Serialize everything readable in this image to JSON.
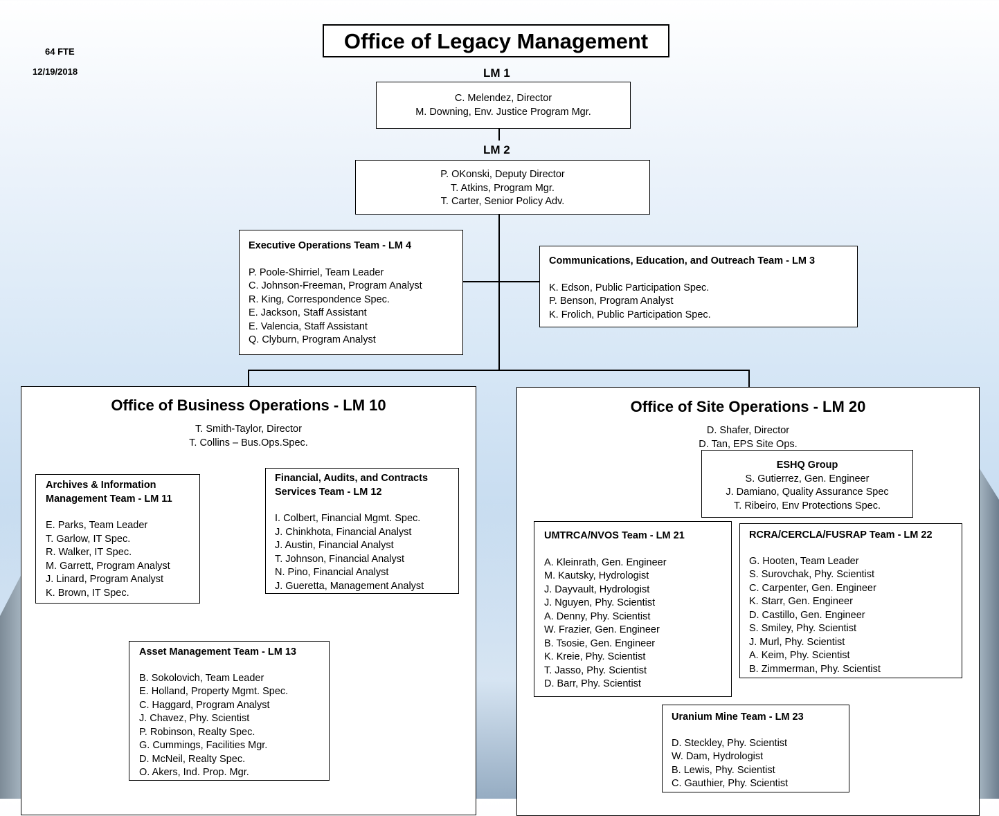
{
  "header": {
    "fte": "64 FTE",
    "date": "12/19/2018",
    "title": "Office of Legacy Management"
  },
  "lm1": {
    "code": "LM 1",
    "members": [
      "C. Melendez, Director",
      "M. Downing, Env. Justice Program Mgr."
    ]
  },
  "lm2": {
    "code": "LM 2",
    "members": [
      "P. OKonski, Deputy Director",
      "T. Atkins, Program Mgr.",
      "T. Carter, Senior Policy Adv."
    ]
  },
  "lm4": {
    "title": "Executive Operations Team - LM 4",
    "members": [
      "P. Poole-Shirriel, Team Leader",
      "C. Johnson-Freeman, Program Analyst",
      "R. King, Correspondence Spec.",
      "E. Jackson, Staff Assistant",
      "E. Valencia, Staff Assistant",
      "Q. Clyburn, Program Analyst"
    ]
  },
  "lm3": {
    "title": "Communications, Education, and Outreach Team - LM 3",
    "members": [
      "K. Edson, Public Participation Spec.",
      "P. Benson, Program Analyst",
      "K. Frolich, Public Participation Spec."
    ]
  },
  "lm10": {
    "title": "Office of Business Operations - LM 10",
    "members": [
      "T. Smith-Taylor, Director",
      "T. Collins – Bus.Ops.Spec."
    ]
  },
  "lm11": {
    "title_line1": "Archives & Information",
    "title_line2": "Management Team - LM 11",
    "members": [
      "E. Parks, Team Leader",
      "T. Garlow, IT Spec.",
      "R. Walker, IT Spec.",
      "M. Garrett, Program Analyst",
      "J. Linard, Program Analyst",
      "K. Brown, IT Spec."
    ]
  },
  "lm12": {
    "title_line1": "Financial, Audits, and Contracts",
    "title_line2": "Services Team - LM 12",
    "members": [
      "I. Colbert, Financial Mgmt. Spec.",
      "J. Chinkhota, Financial Analyst",
      "J. Austin, Financial Analyst",
      "T. Johnson, Financial Analyst",
      "N. Pino, Financial Analyst",
      "J. Gueretta, Management Analyst"
    ]
  },
  "lm13": {
    "title": "Asset Management Team - LM 13",
    "members": [
      "B. Sokolovich, Team Leader",
      "E. Holland, Property Mgmt. Spec.",
      "C. Haggard, Program Analyst",
      "J. Chavez, Phy. Scientist",
      "P. Robinson, Realty Spec.",
      "G. Cummings, Facilities Mgr.",
      "D. McNeil, Realty Spec.",
      "O. Akers, Ind. Prop. Mgr."
    ]
  },
  "lm20": {
    "title": "Office of Site Operations - LM 20",
    "members": [
      "D. Shafer, Director",
      "D. Tan, EPS Site Ops."
    ]
  },
  "eshq": {
    "title": "ESHQ Group",
    "members": [
      "S. Gutierrez, Gen. Engineer",
      "J. Damiano, Quality Assurance Spec",
      "T. Ribeiro, Env Protections Spec."
    ]
  },
  "lm21": {
    "title": "UMTRCA/NVOS Team - LM 21",
    "members": [
      "A. Kleinrath, Gen. Engineer",
      "M. Kautsky, Hydrologist",
      "J. Dayvault, Hydrologist",
      "J. Nguyen, Phy. Scientist",
      "A. Denny, Phy. Scientist",
      "W. Frazier, Gen. Engineer",
      "B. Tsosie, Gen. Engineer",
      "K. Kreie, Phy. Scientist",
      "T. Jasso, Phy. Scientist",
      "D. Barr, Phy. Scientist"
    ]
  },
  "lm22": {
    "title": "RCRA/CERCLA/FUSRAP Team - LM 22",
    "members": [
      "G. Hooten, Team Leader",
      "S. Surovchak, Phy. Scientist",
      "C. Carpenter, Gen. Engineer",
      "K. Starr, Gen. Engineer",
      "D. Castillo, Gen. Engineer",
      "S. Smiley, Phy. Scientist",
      "J. Murl, Phy. Scientist",
      "A. Keim, Phy. Scientist",
      "B. Zimmerman, Phy. Scientist"
    ]
  },
  "lm23": {
    "title": "Uranium Mine Team - LM 23",
    "members": [
      "D. Steckley, Phy. Scientist",
      "W. Dam, Hydrologist",
      "B. Lewis, Phy. Scientist",
      "C. Gauthier, Phy. Scientist"
    ]
  }
}
